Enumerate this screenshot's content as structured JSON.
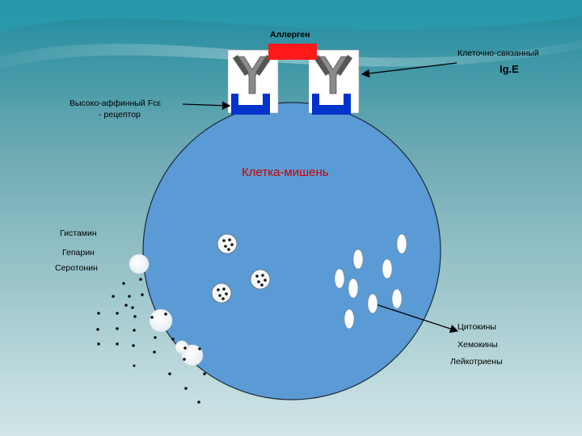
{
  "labels": {
    "allergen": "Аллерген",
    "cell_bound_line1": "Клеточно-связанный",
    "cell_bound_line2": "Ig.E",
    "receptor_line1": "Высоко-аффинный Fcε",
    "receptor_line2": "- рецептор",
    "target_cell": "Клетка-мишень",
    "histamine": "Гистамин",
    "heparin": "Гепарин",
    "serotonin": "Серотонин",
    "cytokines": "Цитокины",
    "chemokines": "Хемокины",
    "leukotrienes": "Лейкотриены"
  },
  "colors": {
    "background_top": "#1e8a9e",
    "background_bottom": "#cfe4e6",
    "cell_fill": "#5b9bd5",
    "cell_stroke": "#1a2a3a",
    "allergen": "#ff1a1a",
    "receptor": "#0033cc",
    "antibody": "#8a8a8a",
    "target_text": "#cc0000"
  }
}
